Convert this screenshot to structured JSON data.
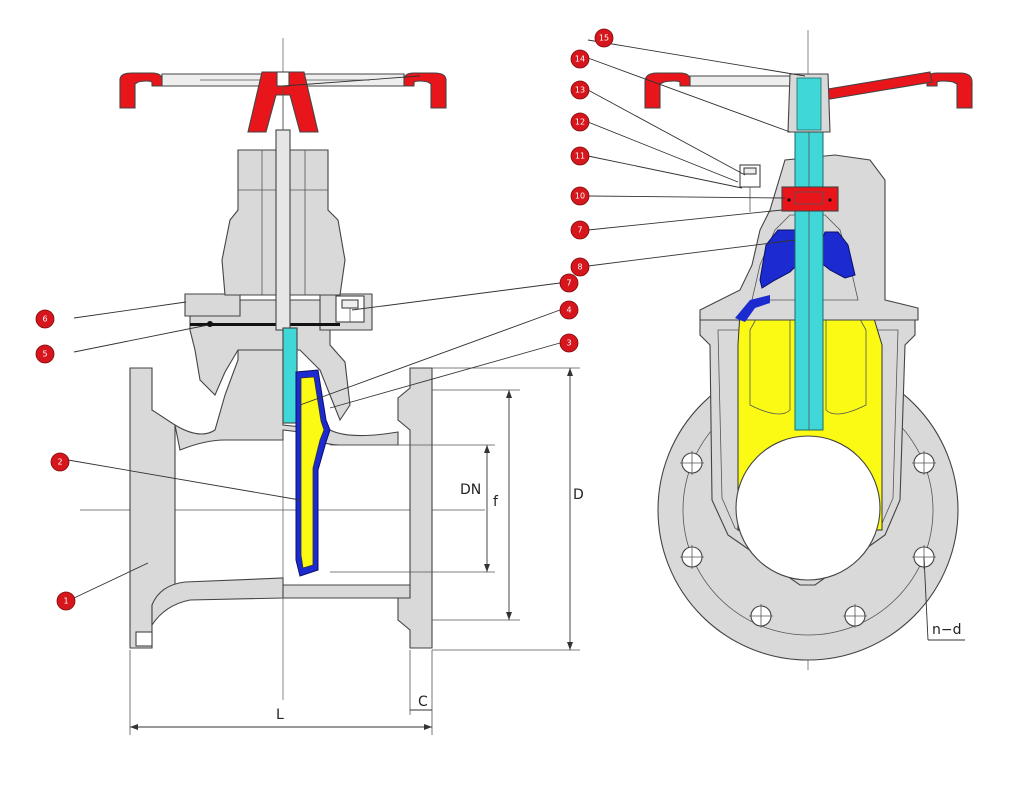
{
  "colors": {
    "handwheel": "#e8151b",
    "body": "#d9d9d9",
    "gate_wedge": "#fafa14",
    "rubber_lining": "#1c2bcf",
    "stem": "#3fd7d7",
    "callout": "#d6161c"
  },
  "callouts": [
    "1",
    "2",
    "3",
    "4",
    "5",
    "6",
    "7",
    "7",
    "8",
    "10",
    "11",
    "12",
    "13",
    "14",
    "15"
  ],
  "dimensions": {
    "dn": "DN",
    "f": "f",
    "d": "D",
    "l": "L",
    "c": "C",
    "nd": "n−d"
  }
}
